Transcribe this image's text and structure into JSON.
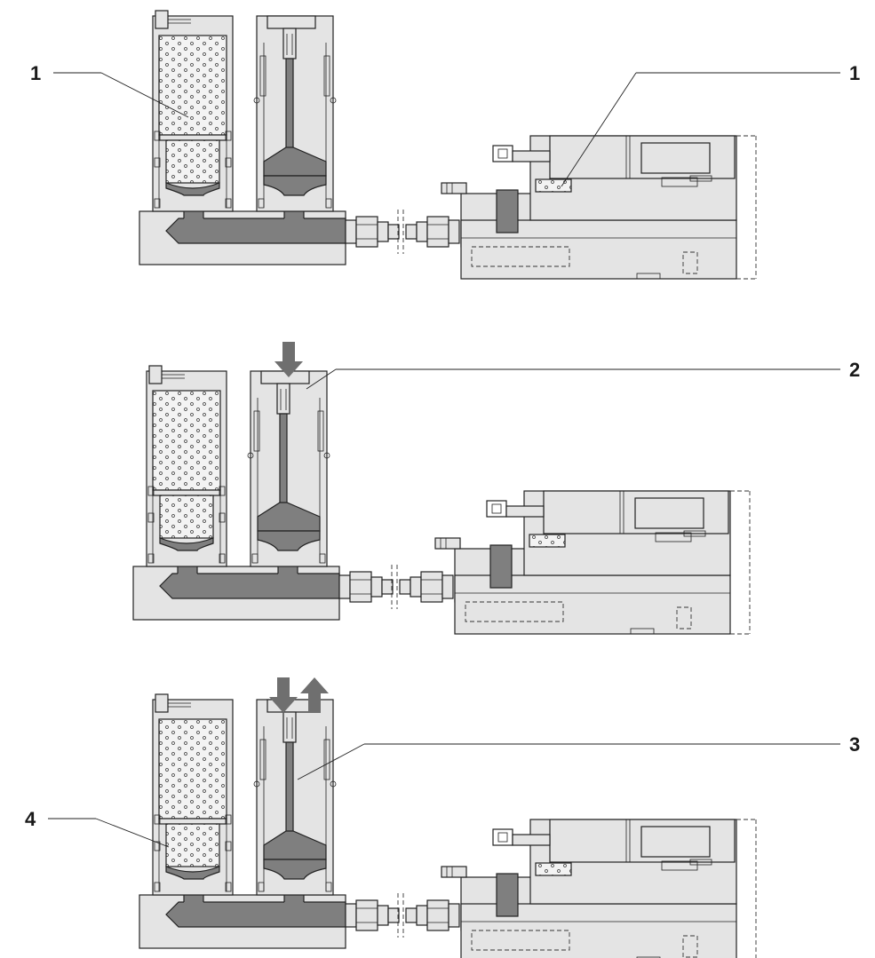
{
  "colors": {
    "body": "#e4e4e4",
    "medium": "#7f7f7f",
    "foam": "#f3f3f3",
    "outline": "#222222",
    "arrow": "#6f6f6f"
  },
  "stages": [
    {
      "callouts": [
        "1",
        "1"
      ],
      "arrows": []
    },
    {
      "callouts": [
        "2"
      ],
      "arrows": [
        "arrow-down"
      ]
    },
    {
      "callouts": [
        "3",
        "4"
      ],
      "arrows": [
        "arrow-down",
        "arrow-up"
      ]
    }
  ]
}
